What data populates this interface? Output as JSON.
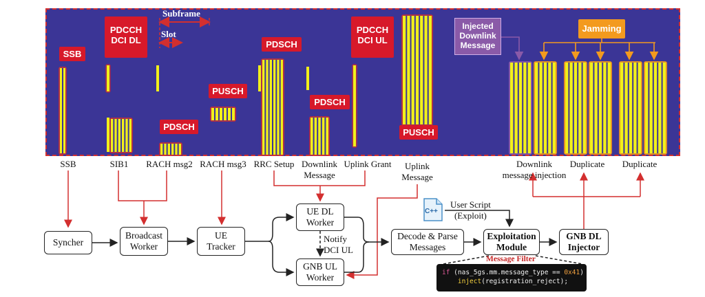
{
  "top_labels": {
    "subframe": "Subframe",
    "slot": "Slot",
    "ssb": "SSB",
    "pdcch_dl": "PDCCH\nDCI DL",
    "pdcch_ul": "PDCCH\nDCI UL",
    "pdsch": "PDSCH",
    "pusch": "PUSCH",
    "injected": "Injected\nDownlink\nMessage",
    "jamming": "Jamming"
  },
  "channel_labels": {
    "ssb": "SSB",
    "sib1": "SIB1",
    "rach2": "RACH msg2",
    "rach3": "RACH msg3",
    "rrc": "RRC Setup",
    "downlink": "Downlink\nMessage",
    "ulgrant": "Uplink Grant",
    "uplink": "Uplink\nMessage",
    "dlinj": "Downlink\nmessage injection",
    "dup1": "Duplicate",
    "dup2": "Duplicate"
  },
  "boxes": {
    "syncher": "Syncher",
    "broadcast": "Broadcast\nWorker",
    "tracker": "UE\nTracker",
    "uedl": "UE DL\nWorker",
    "gnbul": "GNB UL\nWorker",
    "decode": "Decode & Parse\nMessages",
    "exploit": "Exploitation\nModule",
    "injector": "GNB DL\nInjector"
  },
  "notify": "Notify\nDCI UL",
  "user_script": "User Script\n(Exploit)",
  "cpp_icon_text": "C++",
  "message_filter": "Message Filter",
  "code": {
    "kw_if": "if",
    "cond_a": " (nas_5gs.mm.message_type == ",
    "hex": "0x41",
    "cond_b": ")",
    "indent": "    ",
    "fn": "inject",
    "arg": "(registration_reject);"
  },
  "colors": {
    "spectrogram_bg": "#3b3596",
    "signal": "#f2f01a",
    "tag_red": "#d7192a",
    "arrow_red": "#d32f2f",
    "purple": "#8a5aa8",
    "orange": "#f39a1e"
  }
}
